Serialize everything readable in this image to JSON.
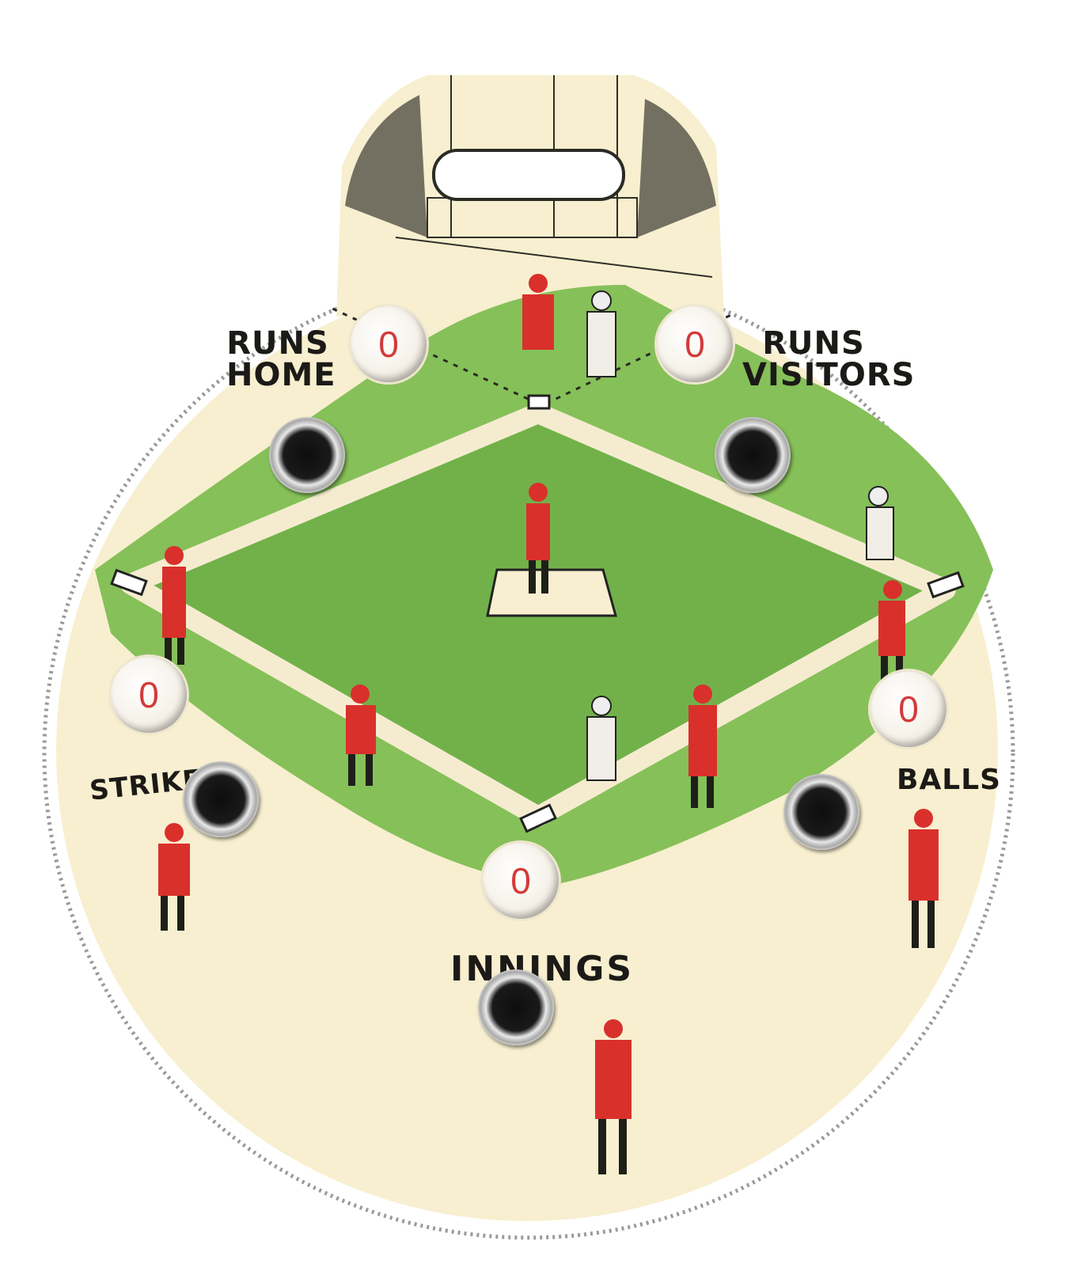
{
  "labels": {
    "runs_home": [
      "RUNS",
      "HOME"
    ],
    "runs_visitors": [
      "RUNS",
      "VISITORS"
    ],
    "strikes": "STRIKES",
    "balls": "BALLS",
    "innings": "INNINGS"
  },
  "counters": {
    "runs_home": "0",
    "runs_visitors": "0",
    "strikes": "0",
    "balls": "0",
    "innings": "0"
  },
  "colors": {
    "card": "#f7efcf",
    "field": "#7cba4f",
    "infield": "#6fae47",
    "baseline": "#f5ecd0",
    "uniform_red": "#d9302c",
    "digit_red": "#d43a3a",
    "ink": "#1c1a17"
  },
  "icons": {
    "eyelet": "eyelet-icon",
    "player": "baseball-player-icon",
    "base": "base-icon"
  }
}
